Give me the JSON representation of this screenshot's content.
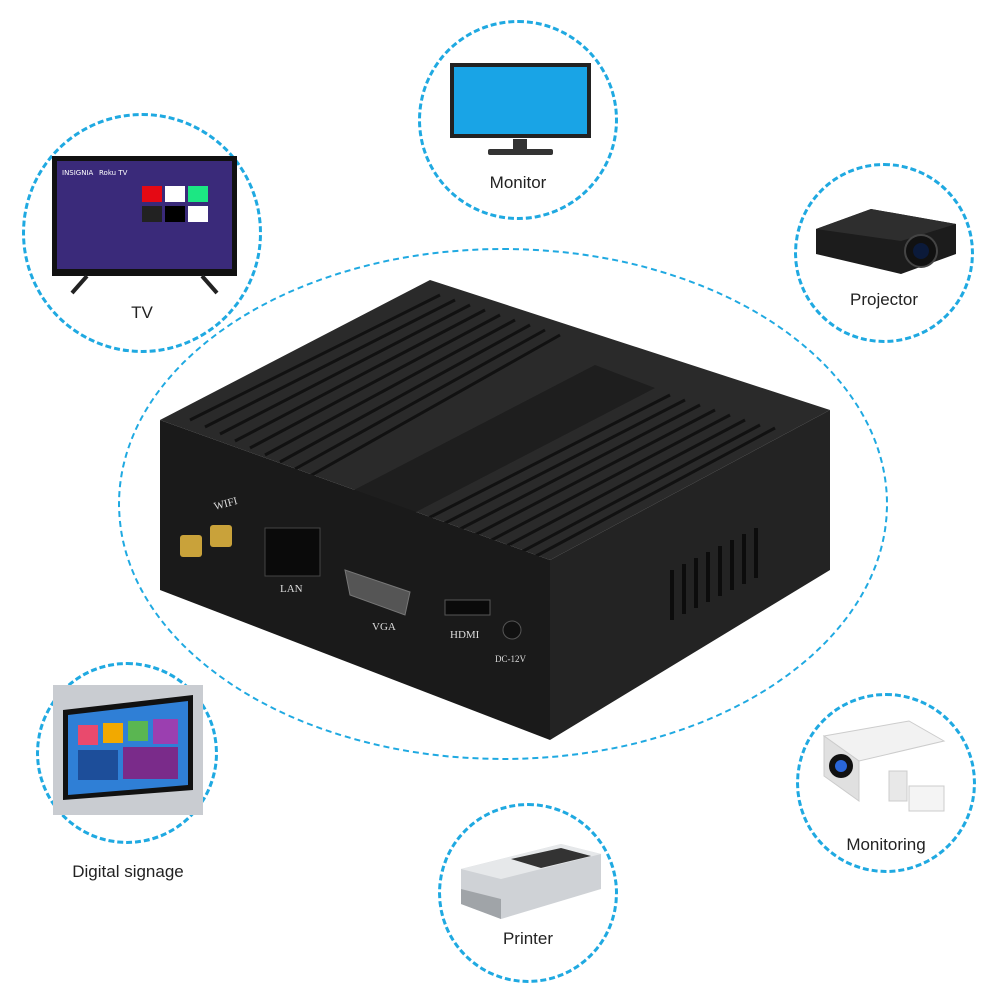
{
  "device": {
    "ports": {
      "wifi": "WIFI",
      "lan": "LAN",
      "vga": "VGA",
      "hdmi": "HDMI",
      "dc": "DC-12V"
    }
  },
  "peripherals": {
    "tv": {
      "label": "TV",
      "brand": "INSIGNIA",
      "os": "Roku TV"
    },
    "monitor": {
      "label": "Monitor"
    },
    "projector": {
      "label": "Projector"
    },
    "digital_signage": {
      "label": "Digital signage"
    },
    "printer": {
      "label": "Printer"
    },
    "monitoring": {
      "label": "Monitoring"
    }
  },
  "colors": {
    "accent": "#1fa9e1",
    "device": "#1d1d1d"
  }
}
